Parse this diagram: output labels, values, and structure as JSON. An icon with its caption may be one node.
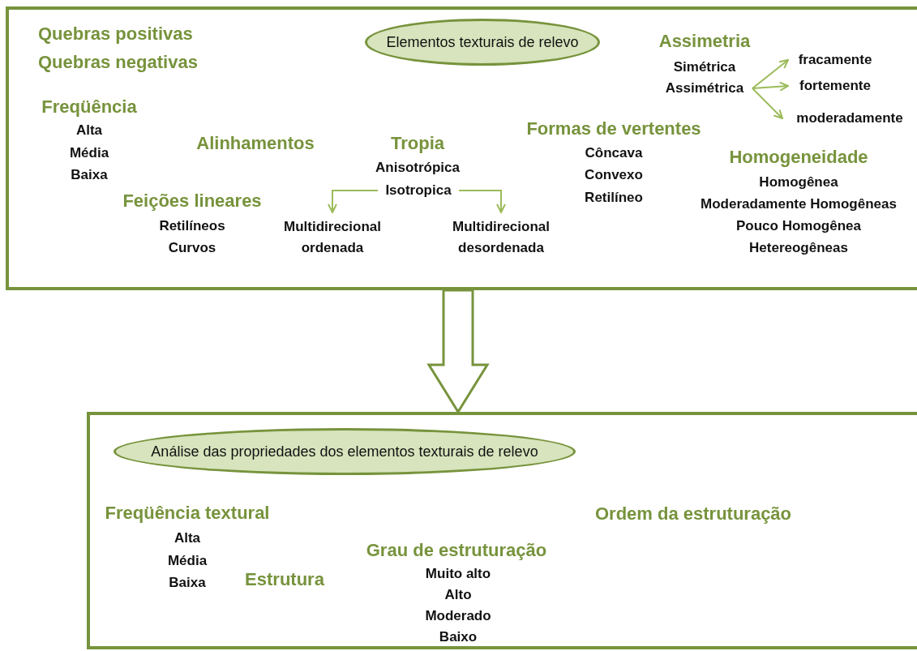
{
  "diagram": {
    "nodes": [
      {
        "text": [],
        "shape": "box"
      },
      {
        "text": [
          "Elementos texturais de relevo"
        ],
        "in": 0
      },
      {
        "text": [
          "Assimétrica"
        ],
        "in": 0
      },
      {
        "text": [
          "fracamente"
        ],
        "in": 0
      },
      {
        "text": [
          "fortemente"
        ],
        "in": 0
      },
      {
        "text": [
          "moderadamente"
        ],
        "in": 0
      },
      {
        "text": [
          "Isotropica"
        ],
        "in": 0
      },
      {
        "text": [
          "Multidirecional ordenada"
        ],
        "in": 0
      },
      {
        "text": [
          "Multidirecional desordenada"
        ],
        "in": 0
      },
      {
        "text": [],
        "shape": "box"
      },
      {
        "text": [
          "Análise das propriedades dos elementos texturais de relevo"
        ],
        "in": 9
      }
    ],
    "edges": [
      {
        "from": 2,
        "to": 3,
        "arrow": "to"
      },
      {
        "from": 2,
        "to": 4,
        "arrow": "to"
      },
      {
        "from": 2,
        "to": 5,
        "arrow": "to"
      },
      {
        "from": 6,
        "to": 7,
        "arrow": "to"
      },
      {
        "from": 6,
        "to": 8,
        "arrow": "to"
      },
      {
        "from": 0,
        "to": 9,
        "arrow": "to",
        "style": "thick",
        "color": "#77933c"
      }
    ],
    "labels": [
      "Quebras positivas",
      "Quebras negativas",
      "Assimetria",
      "Simétrica",
      "Freqüência",
      "Alta",
      "Média",
      "Baixa",
      "Alinhamentos",
      "Tropia",
      "Anisotrópica",
      "Formas de vertentes",
      "Côncava",
      "Convexo",
      "Retilíneo",
      "Homogeneidade",
      "Homogênea",
      "Moderadamente Homogêneas",
      "Pouco Homogênea",
      "Hetereogêneas",
      "Feições lineares",
      "Retilíneos",
      "Curvos",
      "Freqüência textural",
      "Ordem da estruturação",
      "Alta",
      "Média",
      "Baixa",
      "Estrutura",
      "Grau de estruturação",
      "Muito alto",
      "Alto",
      "Moderado",
      "Baixo"
    ]
  }
}
